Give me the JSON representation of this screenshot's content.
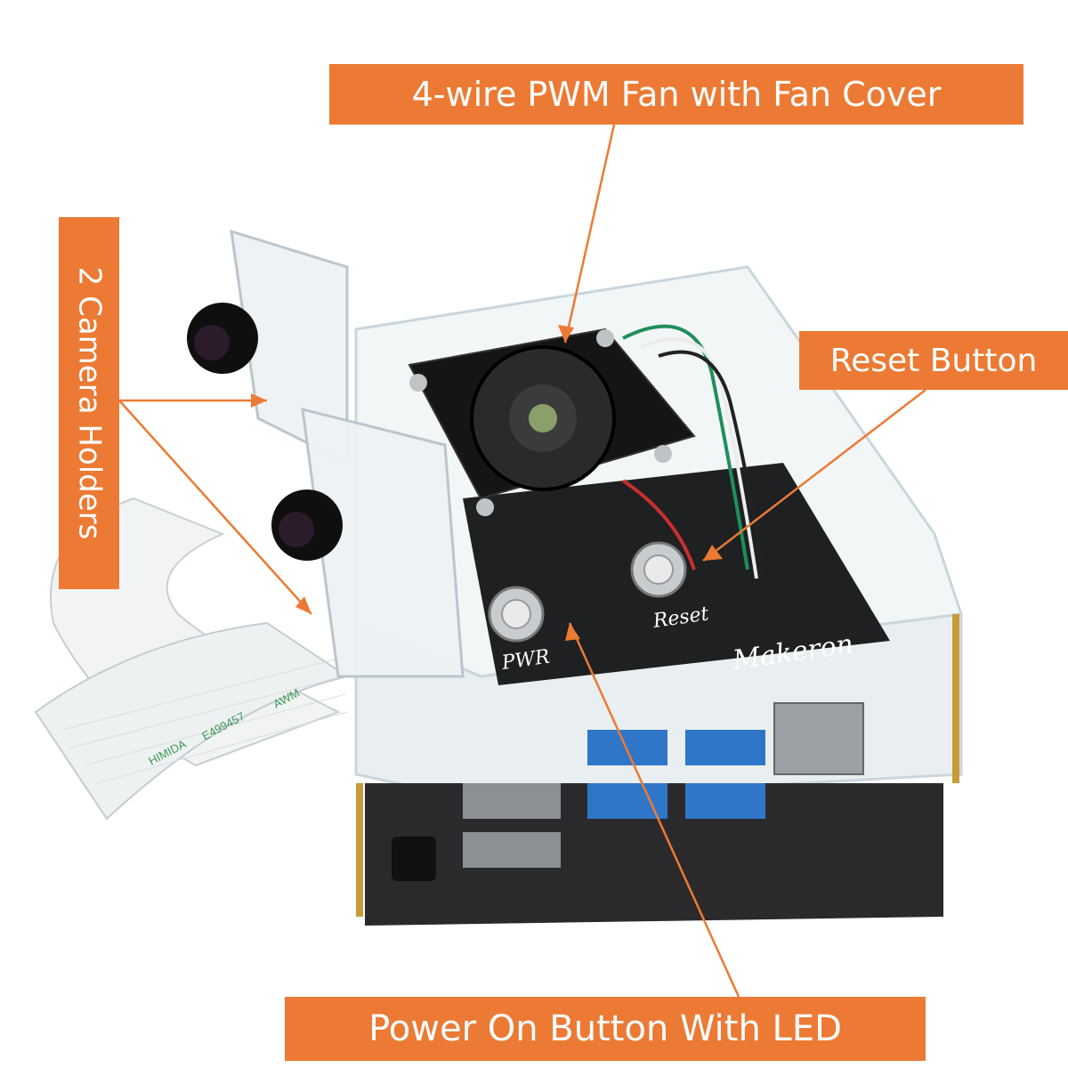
{
  "callouts": {
    "fan": "4-wire PWM Fan with Fan Cover",
    "reset": "Reset Button",
    "power": "Power On Button With LED",
    "cameras": "2 Camera Holders"
  },
  "board_labels": {
    "reset": "Reset",
    "power": "PWR",
    "brand": "Makeron"
  },
  "ribbon_cable_text": [
    "HIMIDA",
    "E499457",
    "AWM"
  ],
  "colors": {
    "callout_bg": "#ec7a34",
    "callout_text": "#ffffff",
    "case_edge": "#c9d6dc",
    "usb_blue": "#2f76c9"
  }
}
